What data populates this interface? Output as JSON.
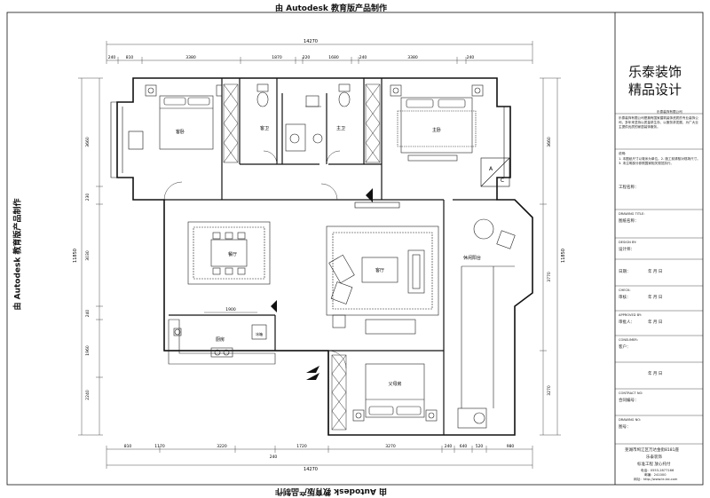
{
  "watermark": "由 Autodesk 教育版产品制作",
  "dimensions": {
    "top_total": "14270",
    "top_segments": [
      "240",
      "810",
      "3380",
      "1870",
      "220",
      "1680",
      "240",
      "3380",
      "240"
    ],
    "bottom_total": "14270",
    "bottom_segments": [
      "810",
      "1170",
      "3220",
      "1720",
      "3270",
      "240",
      "640",
      "520",
      "980"
    ],
    "bottom_middle": "240",
    "left_total": "11850",
    "left_segments": [
      "3660",
      "230",
      "3030",
      "240",
      "1960",
      "2240"
    ],
    "right_total": "11850",
    "right_segments": [
      "3660",
      "3770",
      "3270"
    ],
    "inner_width": "1900"
  },
  "rooms": {
    "guest_bedroom": "客卧",
    "guest_bath": "客卫",
    "master_bath": "主卫",
    "master_bedroom": "主卧",
    "dining": "餐厅",
    "living": "客厅",
    "balcony": "休闲阳台",
    "kitchen": "厨房",
    "fridge": "冰箱",
    "parents_bedroom": "父母房"
  },
  "markers": {
    "a": "A",
    "c": "C"
  },
  "title_block": {
    "brand_line1": "乐泰装饰",
    "brand_line2": "精品设计",
    "brand_sub": "乐泰装饰有限公司",
    "about": "乐泰装饰有限公司是拥有国家建筑装饰资质的专业装饰公司，多年来坚持以质量求生存、以服务求发展，为广大业主提供优质的家居装饰服务。",
    "notes_label": "说明:",
    "notes": "1. 本图纸尺寸以毫米为单位。2. 施工前请核对现场尺寸。3. 未注明部分参照国家相关规范执行。",
    "project_label": "工程名称：",
    "drawing_title_label": "DRAWING TITLE:",
    "drawing_title_value": "图纸名称：",
    "design_label": "DESIGN BY:",
    "design_value": "设计师：",
    "date1_label": "日期：",
    "date_value": "年    月    日",
    "check_label": "CHECK:",
    "check_value": "审核：",
    "approved_label": "APPROVED BY:",
    "approved_value": "审批人：",
    "consumer_label": "CONSUMER:",
    "consumer_value": "客户：",
    "contract_label": "CONTRACT NO:",
    "contract_value": "合同编号：",
    "drawing_no_label": "DRAWING NO:",
    "drawing_no_value": "图号：",
    "address": "芜湖市鸠江区万达金街8181座",
    "company": "乐泰装饰",
    "slogan": "标准工程  放心托付",
    "phone": "电话：0553-2877166",
    "postcode": "邮编：241000",
    "website": "网址：http://www.le-tai.com"
  },
  "colors": {
    "line": "#1a1a1a",
    "light": "#888888"
  }
}
